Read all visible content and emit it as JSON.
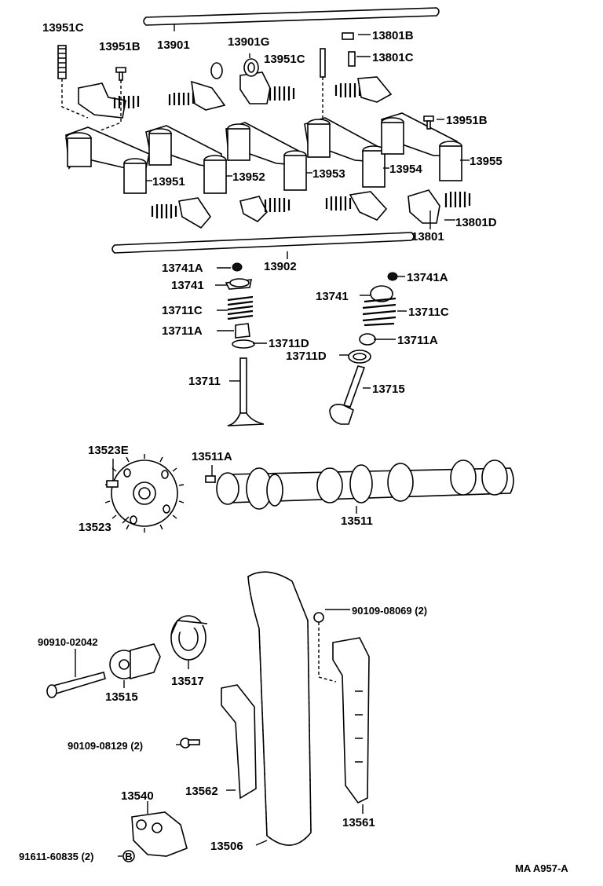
{
  "diagram": {
    "code": "MA A957-A",
    "labels": {
      "p13951C_a": "13951C",
      "p13901": "13901",
      "p13951B_a": "13951B",
      "p13901G": "13901G",
      "p13951C_b": "13951C",
      "p13801B": "13801B",
      "p13801C": "13801C",
      "p13951B_b": "13951B",
      "p13955": "13955",
      "p13951": "13951",
      "p13952": "13952",
      "p13953": "13953",
      "p13954": "13954",
      "p13801D": "13801D",
      "p13801": "13801",
      "p13902": "13902",
      "p13741A_a": "13741A",
      "p13741_a": "13741",
      "p13711C_a": "13711C",
      "p13711A_a": "13711A",
      "p13711D_a": "13711D",
      "p13711": "13711",
      "p13741A_b": "13741A",
      "p13741_b": "13741",
      "p13711C_b": "13711C",
      "p13711D_b": "13711D",
      "p13711A_b": "13711A",
      "p13715": "13715",
      "p13523E": "13523E",
      "p13523": "13523",
      "p13511A": "13511A",
      "p13511": "13511",
      "p90109_08069": "90109-08069 (2)",
      "p90910_02042": "90910-02042",
      "p13517": "13517",
      "p13515": "13515",
      "p90109_08129": "90109-08129 (2)",
      "p13562": "13562",
      "p13561": "13561",
      "p13540": "13540",
      "p13506": "13506",
      "p91611_60835": "91611-60835 (2)",
      "marker_B": "B"
    }
  }
}
